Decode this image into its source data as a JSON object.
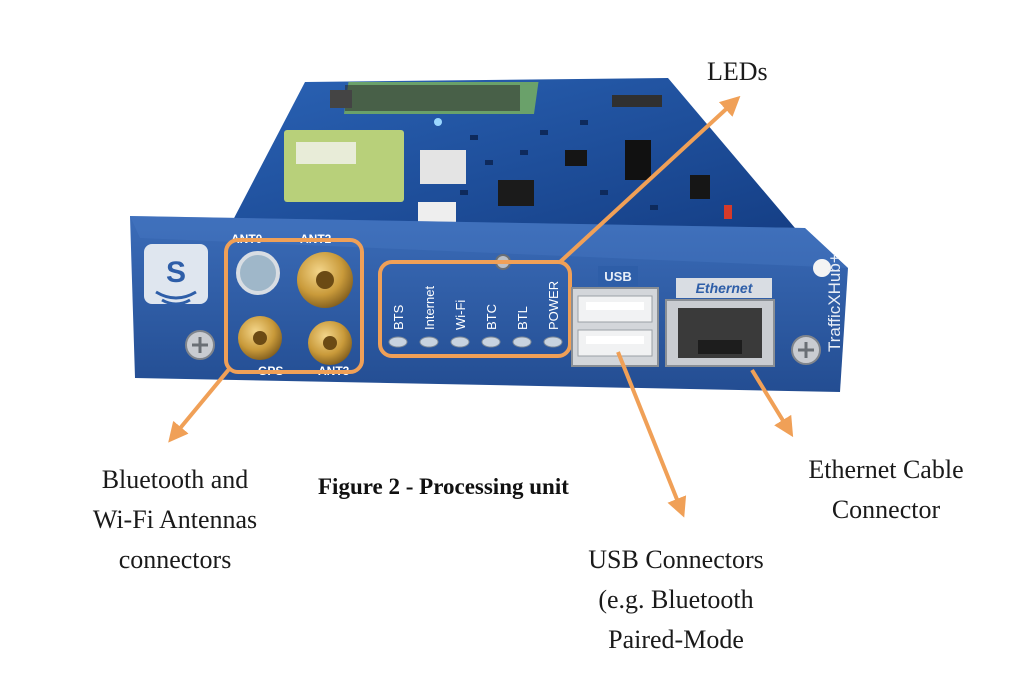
{
  "caption": "Figure 2 - Processing unit",
  "callouts": {
    "leds": [
      "LEDs"
    ],
    "antennas": [
      "Bluetooth and",
      "Wi-Fi Antennas",
      "connectors"
    ],
    "usb": [
      "USB Connectors",
      "(e.g. Bluetooth",
      "Paired-Mode"
    ],
    "ethernet": [
      "Ethernet Cable",
      "Connector"
    ]
  },
  "device": {
    "brand_mark": "S",
    "model_label": "TrafficXHub+",
    "antenna_labels": [
      "ANT0",
      "ANT2",
      "GPS",
      "ANT3"
    ],
    "led_labels": [
      "BTS",
      "Internet",
      "Wi-Fi",
      "BTC",
      "BTL",
      "POWER"
    ],
    "usb_label": "USB",
    "ethernet_label": "Ethernet"
  },
  "colors": {
    "annotation": "#f0a057",
    "faceplate": "#2e5ea8",
    "pcb": "#1c4f9c",
    "connector_gold": "#c99a3a"
  }
}
